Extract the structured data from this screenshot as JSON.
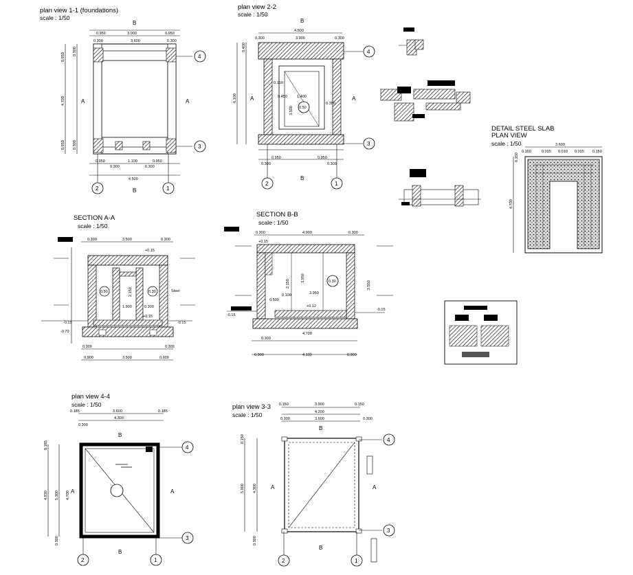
{
  "views": {
    "plan_1_1": {
      "title": "plan view 1-1 (foundations)",
      "scale": "scale : 1/50",
      "dims_top": [
        "0.950",
        "3.000",
        "0.950",
        "0.300",
        "3.600",
        "0.300"
      ],
      "dims_bottom": [
        "0.950",
        "0.300",
        "1.100",
        "0.300",
        "0.950",
        "4.500"
      ],
      "dims_left": [
        "0.950",
        "4.700",
        "0.950",
        "0.300",
        "0.300"
      ]
    },
    "plan_2_2": {
      "title": "plan view  2-2",
      "scale": "scale : 1/50",
      "dims_top": [
        "4.500",
        "3.900",
        "0.300",
        "0.300"
      ],
      "dims_bottom": [
        "0.950",
        "0.300",
        "0.950",
        "0.300"
      ],
      "dims_left": [
        "6.100",
        "0.400"
      ],
      "inner": [
        "1.400",
        "0.450",
        "0.150",
        "3.500",
        "0.350",
        "0.50"
      ]
    },
    "section_aa": {
      "title": "SECTION A-A",
      "scale": "scale : 1/50",
      "dims_top": [
        "0.300",
        "3.500",
        "0.300",
        "+0.15"
      ],
      "dims_bottom": [
        "0.300",
        "3.500",
        "0.900",
        "0.900",
        "0.300"
      ],
      "levels": [
        "-0.15",
        "-0.70",
        "-0.15",
        "+0.15"
      ],
      "inner": [
        "2.150",
        "0.50",
        "0.30",
        "1.900",
        "0.300"
      ],
      "note": "Steel"
    },
    "section_bb": {
      "title": "SECTION B-B",
      "scale": "scale : 1/50",
      "dims_top": [
        "0.300",
        "4.900",
        "0.300"
      ],
      "dims_bottom": [
        "0.300",
        "4.700",
        "0.900",
        "4.100",
        "0.900"
      ],
      "levels": [
        "+0.15",
        "-0.15",
        "-0.15",
        "+0.12"
      ],
      "inner": [
        "2.550",
        "2.150",
        "3.950",
        "0.500",
        "0.100",
        "0.30"
      ]
    },
    "plan_4_4": {
      "title": "plan view 4-4",
      "scale": "scale : 1/50",
      "dims_top": [
        "3.600",
        "4.300",
        "0.300",
        "0.185",
        "0.185"
      ],
      "dims_left": [
        "4.930",
        "5.300",
        "4.700",
        "0.185",
        "0.300"
      ]
    },
    "plan_3_3": {
      "title": "plan view 3-3",
      "scale": "scale : 1/50",
      "dims_top": [
        "0.150",
        "3.900",
        "0.150",
        "4.200",
        "3.600",
        "0.300",
        "0.300"
      ],
      "dims_left": [
        "5.000",
        "4.300",
        "0.150",
        "0.300"
      ]
    },
    "slab": {
      "title1": "DETAIL STEEL SLAB",
      "title2": "PLAN VIEW",
      "scale": "scale : 1/50",
      "dims_top": [
        "3.600",
        "0.015",
        "0.010",
        "0.015",
        "0.150",
        "0.150"
      ],
      "dims_left": [
        "4.700",
        "0.150"
      ]
    }
  },
  "axes": {
    "a1": "1",
    "a2": "2",
    "a3": "3",
    "a4": "4"
  },
  "markers": {
    "A": "A",
    "B": "B"
  }
}
